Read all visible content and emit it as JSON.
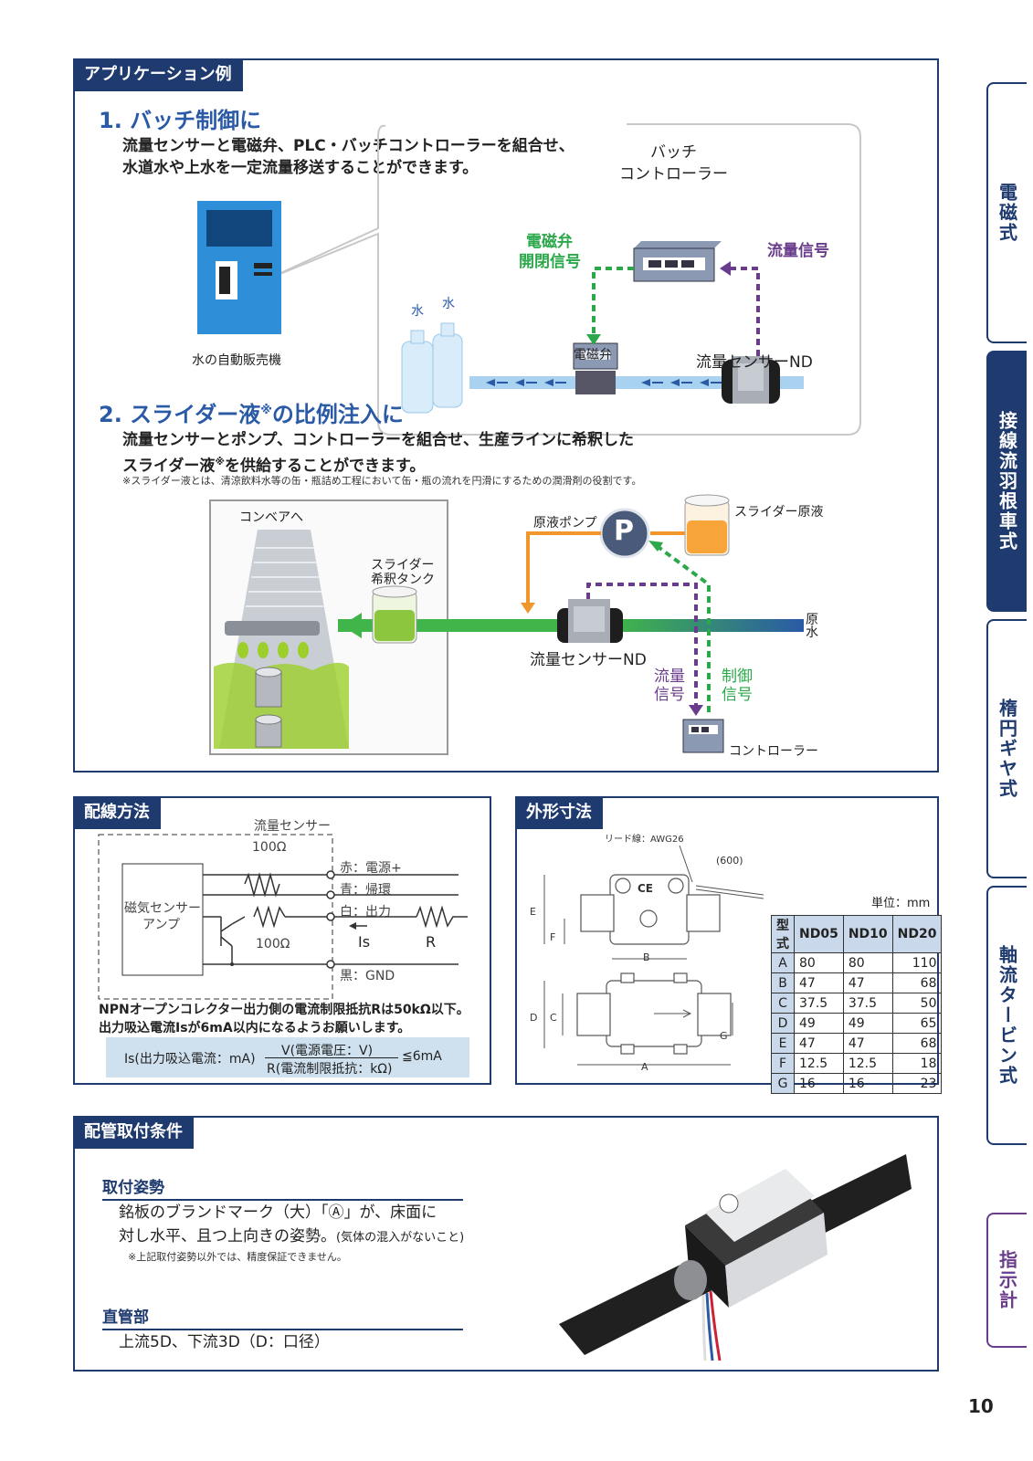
{
  "app_section": {
    "header": "アプリケーション例",
    "batch": {
      "title": "1. バッチ制御に",
      "line1": "流量センサーと電磁弁、PLC・バッチコントローラーを組合せ、",
      "line2": "水道水や上水を一定流量移送することができます。",
      "controller_line1": "バッチ",
      "controller_line2": "コントローラー",
      "valve_signal_line1": "電磁弁",
      "valve_signal_line2": "開閉信号",
      "flow_signal": "流量信号",
      "valve": "電磁弁",
      "sensor": "流量センサーND",
      "bottle_text": "水",
      "vending": "水の自動販売機"
    },
    "slider": {
      "title_pre": "2. スライダー液",
      "title_mark": "※",
      "title_post": "の比例注入に",
      "line1": "流量センサーとポンプ、コントローラーを組合せ、生産ラインに希釈した",
      "line2_pre": "スライダー液",
      "line2_mark": "※",
      "line2_post": "を供給することができます。",
      "note": "※スライダー液とは、清涼飲料水等の缶・瓶詰め工程において缶・瓶の流れを円滑にするための潤滑剤の役割です。",
      "conveyor": "コンベアへ",
      "tank_line1": "スライダー",
      "tank_line2": "希釈タンク",
      "pump_label": "原液ポンプ",
      "pump_letter": "P",
      "stock": "スライダー原液",
      "raw_water_1": "原",
      "raw_water_2": "水",
      "sensor": "流量センサーND",
      "flow_signal_1": "流量",
      "flow_signal_2": "信号",
      "control_signal_1": "制御",
      "control_signal_2": "信号",
      "controller": "コントローラー"
    }
  },
  "wiring": {
    "header": "配線方法",
    "sensor_label": "流量センサー",
    "amp_line1": "磁気センサー",
    "amp_line2": "アンプ",
    "r_top": "100Ω",
    "r_bottom": "100Ω",
    "red": "赤：電源+",
    "blue": "青：帰環",
    "white": "白：出力",
    "black": "黒：GND",
    "is": "Is",
    "r": "R",
    "note1": "NPNオープンコレクター出力側の電流制限抵抗Rは50kΩ以下。",
    "note2": "出力吸込電流Isが6mA以内になるようお願いします。",
    "formula_left": "Is(出力吸込電流：mA)",
    "formula_num": "V(電源電圧：V)",
    "formula_den": "R(電流制限抵抗：kΩ)",
    "formula_right": "≦6mA"
  },
  "dimensions": {
    "header": "外形寸法",
    "lead": "リード線：AWG26",
    "length": "(600)",
    "unit": "単位：mm",
    "columns": [
      "型式",
      "ND05",
      "ND10",
      "ND20"
    ],
    "rows": [
      [
        "A",
        "80",
        "80",
        "110"
      ],
      [
        "B",
        "47",
        "47",
        "68"
      ],
      [
        "C",
        "37.5",
        "37.5",
        "50"
      ],
      [
        "D",
        "49",
        "49",
        "65"
      ],
      [
        "E",
        "47",
        "47",
        "68"
      ],
      [
        "F",
        "12.5",
        "12.5",
        "18"
      ],
      [
        "G",
        "16",
        "16",
        "23"
      ]
    ],
    "labels": {
      "A": "A",
      "B": "B",
      "C": "C",
      "D": "D",
      "E": "E",
      "F": "F",
      "G": "G",
      "ce": "CE"
    }
  },
  "piping": {
    "header": "配管取付条件",
    "posture_title": "取付姿勢",
    "posture_line1": "銘板のブランドマーク（大）「Ⓐ」が、床面に",
    "posture_line2": "対し水平、且つ上向きの姿勢。",
    "posture_line2_small": "(気体の混入がないこと)",
    "posture_note": "※上記取付姿勢以外では、精度保証できません。",
    "straight_title": "直管部",
    "straight_text": "上流5D、下流3D（D：口径）"
  },
  "side_tabs": [
    "電磁式",
    "接線流羽根車式",
    "楕円ギヤ式",
    "軸流タービン式",
    "指示計"
  ],
  "page_number": "10",
  "colors": {
    "navy": "#1e3a6e",
    "green": "#2aa84a",
    "purple": "#6a3d8c",
    "orange": "#f0962a",
    "blue": "#2a5aa6"
  }
}
